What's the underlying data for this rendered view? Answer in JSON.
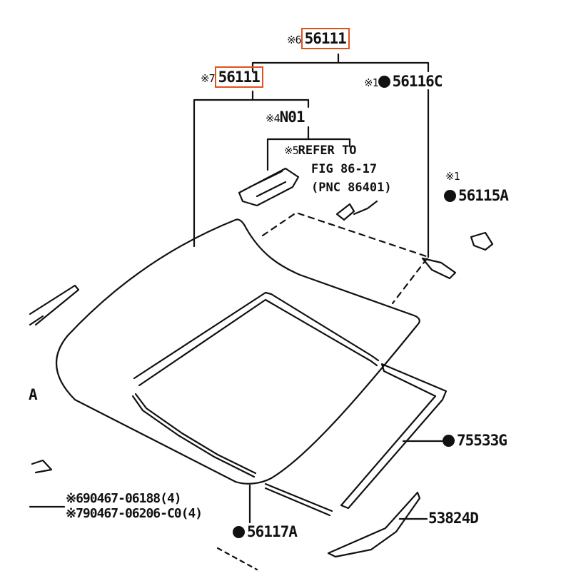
{
  "labels": {
    "top_note": "※6",
    "top_part": "56111",
    "left_note": "※7",
    "left_part": "56111",
    "c_note": "※1",
    "c_part": "56116C",
    "n01_note": "※4",
    "n01_part": "N01",
    "refer_note": "※5",
    "refer_line1": "REFER TO",
    "refer_line2": "FIG 86-17",
    "refer_line3": "(PNC 86401)",
    "a115_note": "※1",
    "a115_part": "56115A",
    "g75533_part": "75533G",
    "bolt1": "※690467-06188(4)",
    "bolt2": "※790467-06206-C0(4)",
    "a117_part": "56117A",
    "d53824_part": "53824D",
    "edge_a": "A"
  },
  "colors": {
    "line": "#111111",
    "highlight_box": "#e0521c",
    "background": "#ffffff"
  }
}
